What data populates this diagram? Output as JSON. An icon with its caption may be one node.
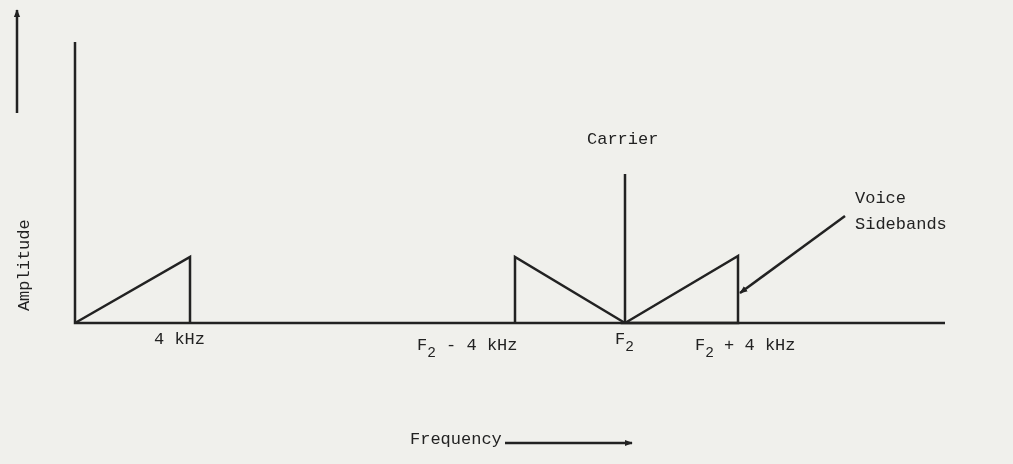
{
  "diagram": {
    "nodes": [
      {
        "text": [
          "Voice Sidebands"
        ]
      },
      {
        "text": [],
        "shape": "triangle"
      }
    ],
    "edges": [
      {
        "from": 0,
        "to": 1,
        "arrow": "to"
      }
    ],
    "labels": [
      "Amplitude",
      "Carrier",
      "4 kHz",
      "F$_{2}$ - 4 kHz",
      "F$_{2}$",
      "F$_{2}$ + 4 kHz",
      "Frequency"
    ]
  }
}
